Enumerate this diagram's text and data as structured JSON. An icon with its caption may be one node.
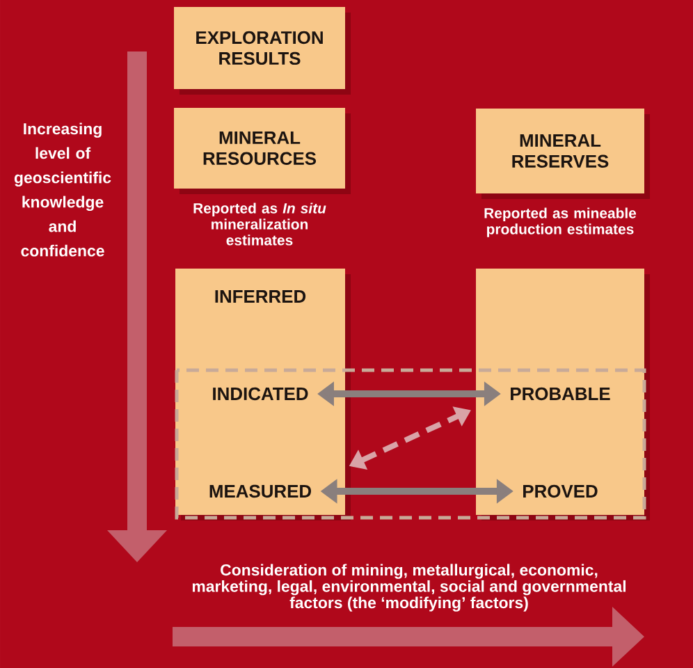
{
  "diagram": {
    "nodes": [
      {
        "text": [
          "EXPLORATION RESULTS"
        ]
      },
      {
        "text": [
          "MINERAL RESOURCES"
        ],
        "beside": [
          "Reported as *In situ* mineralization estimates"
        ]
      },
      {
        "text": [
          "MINERAL RESERVES"
        ],
        "beside": [
          "Reported as mineable production estimates"
        ]
      },
      {
        "text": [
          "INFERRED"
        ]
      },
      {
        "text": [
          "INDICATED"
        ],
        "in": 3
      },
      {
        "text": [
          "MEASURED"
        ],
        "in": 3
      },
      {
        "text": [],
        "shape": "box"
      },
      {
        "text": [
          "PROBABLE"
        ],
        "in": 6
      },
      {
        "text": [
          "PROVED"
        ],
        "in": 6
      }
    ],
    "edges": [
      {
        "from": 4,
        "to": 7,
        "arrow": "both"
      },
      {
        "from": 5,
        "to": 7,
        "arrow": "both",
        "style": "dashed",
        "color": "#d9a3a7"
      },
      {
        "from": 5,
        "to": 8,
        "arrow": "both"
      }
    ],
    "labels": [
      "Increasing level of geoscientific knowledge and confidence",
      "Consideration of mining, metallurgical, economic, marketing, legal, environmental, social and governmental factors (the ‘modifying’ factors)"
    ]
  }
}
